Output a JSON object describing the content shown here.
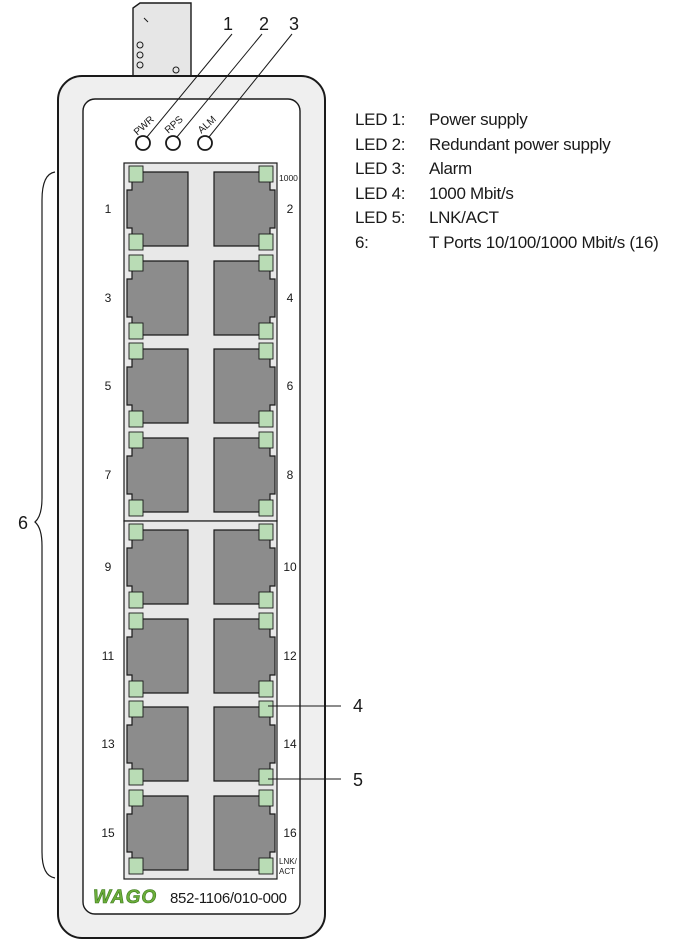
{
  "callouts": {
    "led1": "1",
    "led2": "2",
    "led3": "3",
    "led4": "4",
    "led5": "5",
    "ports": "6"
  },
  "leds": {
    "pwr": "PWR",
    "rps": "RPS",
    "alm": "ALM"
  },
  "speed_label": "1000",
  "lnk_act_label": [
    "LNK/",
    "ACT"
  ],
  "port_numbers": [
    "1",
    "2",
    "3",
    "4",
    "5",
    "6",
    "7",
    "8",
    "9",
    "10",
    "11",
    "12",
    "13",
    "14",
    "15",
    "16"
  ],
  "brand": {
    "logo": "WAGO",
    "part_number": "852-1106/010-000"
  },
  "legend": [
    {
      "key": "LED 1:",
      "desc": "Power supply"
    },
    {
      "key": "LED 2:",
      "desc": "Redundant power supply"
    },
    {
      "key": "LED 3:",
      "desc": "Alarm"
    },
    {
      "key": "LED 4:",
      "desc": "1000 Mbit/s"
    },
    {
      "key": "LED 5:",
      "desc": "LNK/ACT"
    },
    {
      "key": "6:",
      "desc": "T Ports 10/100/1000 Mbit/s (16)"
    }
  ],
  "colors": {
    "port": "#8c8c8c",
    "led_green": "#b9dcb5",
    "device_frame": "#efefef",
    "outline": "#1a1a1a",
    "logo_green": "#6cae3a"
  }
}
